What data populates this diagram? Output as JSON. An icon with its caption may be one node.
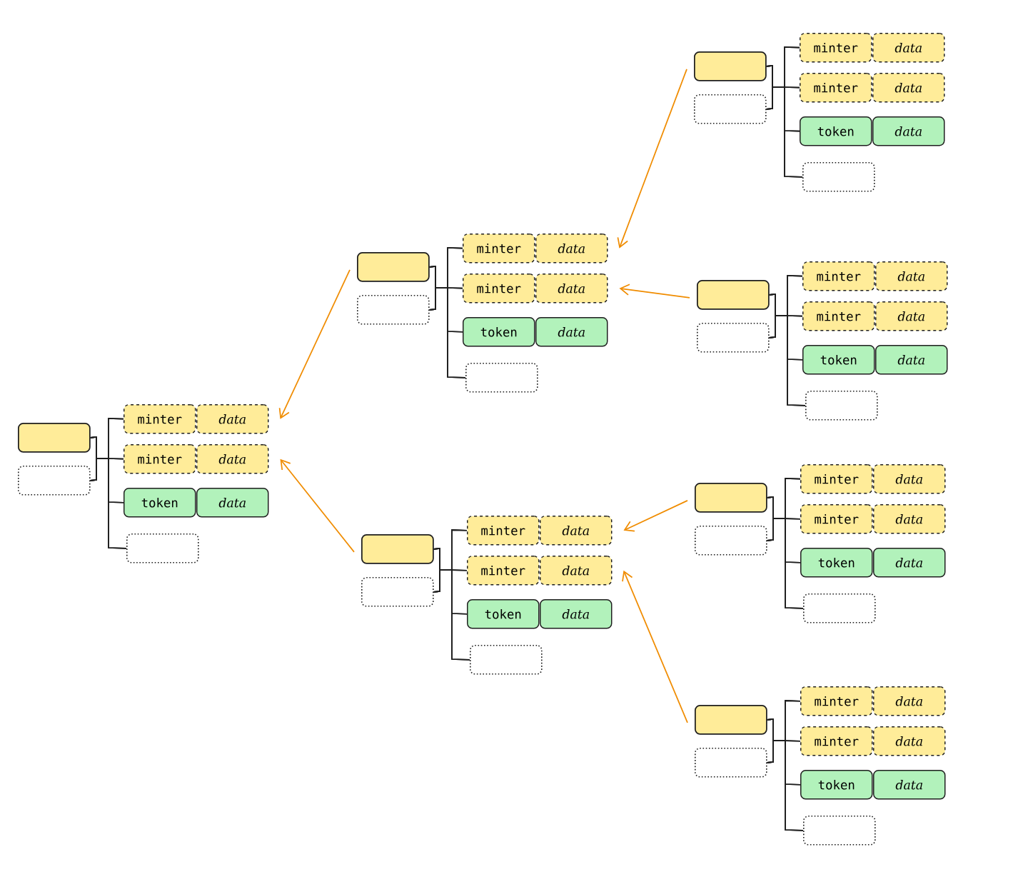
{
  "diagram": {
    "nodes": [
      {
        "text": [],
        "shape": "box"
      },
      {
        "text": [],
        "shape": "box"
      },
      {
        "text": [
          "minter"
        ]
      },
      {
        "text": [
          "data"
        ]
      },
      {
        "text": [
          "minter"
        ]
      },
      {
        "text": [
          "data"
        ]
      },
      {
        "text": [
          "token"
        ]
      },
      {
        "text": [
          "data"
        ]
      },
      {
        "text": [],
        "shape": "box"
      },
      {
        "text": [],
        "shape": "box"
      },
      {
        "text": [],
        "shape": "box"
      },
      {
        "text": [
          "minter"
        ]
      },
      {
        "text": [
          "data"
        ]
      },
      {
        "text": [
          "minter"
        ]
      },
      {
        "text": [
          "data"
        ]
      },
      {
        "text": [
          "token"
        ]
      },
      {
        "text": [
          "data"
        ]
      },
      {
        "text": [],
        "shape": "box"
      },
      {
        "text": [],
        "shape": "box"
      },
      {
        "text": [],
        "shape": "box"
      },
      {
        "text": [
          "minter"
        ]
      },
      {
        "text": [
          "data"
        ]
      },
      {
        "text": [
          "minter"
        ]
      },
      {
        "text": [
          "data"
        ]
      },
      {
        "text": [
          "token"
        ]
      },
      {
        "text": [
          "data"
        ]
      },
      {
        "text": [],
        "shape": "box"
      },
      {
        "text": [],
        "shape": "box"
      },
      {
        "text": [],
        "shape": "box"
      },
      {
        "text": [
          "minter"
        ]
      },
      {
        "text": [
          "data"
        ]
      },
      {
        "text": [
          "minter"
        ]
      },
      {
        "text": [
          "data"
        ]
      },
      {
        "text": [
          "token"
        ]
      },
      {
        "text": [
          "data"
        ]
      },
      {
        "text": [],
        "shape": "box"
      },
      {
        "text": [],
        "shape": "box"
      },
      {
        "text": [],
        "shape": "box"
      },
      {
        "text": [
          "minter"
        ]
      },
      {
        "text": [
          "data"
        ]
      },
      {
        "text": [
          "minter"
        ]
      },
      {
        "text": [
          "data"
        ]
      },
      {
        "text": [
          "token"
        ]
      },
      {
        "text": [
          "data"
        ]
      },
      {
        "text": [],
        "shape": "box"
      },
      {
        "text": [],
        "shape": "box"
      },
      {
        "text": [],
        "shape": "box"
      },
      {
        "text": [
          "minter"
        ]
      },
      {
        "text": [
          "data"
        ]
      },
      {
        "text": [
          "minter"
        ]
      },
      {
        "text": [
          "data"
        ]
      },
      {
        "text": [
          "token"
        ]
      },
      {
        "text": [
          "data"
        ]
      },
      {
        "text": [],
        "shape": "box"
      },
      {
        "text": [],
        "shape": "box"
      },
      {
        "text": [],
        "shape": "box"
      },
      {
        "text": [
          "minter"
        ]
      },
      {
        "text": [
          "data"
        ]
      },
      {
        "text": [
          "minter"
        ]
      },
      {
        "text": [
          "data"
        ]
      },
      {
        "text": [
          "token"
        ]
      },
      {
        "text": [
          "data"
        ]
      },
      {
        "text": [],
        "shape": "box"
      }
    ],
    "edges": [
      {
        "from": 0,
        "to": 2,
        "arrow": "none"
      },
      {
        "from": 0,
        "to": 4,
        "arrow": "none"
      },
      {
        "from": 0,
        "to": 6,
        "arrow": "none"
      },
      {
        "from": 0,
        "to": 8,
        "arrow": "none"
      },
      {
        "from": 1,
        "to": 2,
        "arrow": "none"
      },
      {
        "from": 1,
        "to": 4,
        "arrow": "none"
      },
      {
        "from": 1,
        "to": 6,
        "arrow": "none"
      },
      {
        "from": 1,
        "to": 8,
        "arrow": "none"
      },
      {
        "from": 9,
        "to": 11,
        "arrow": "none"
      },
      {
        "from": 9,
        "to": 13,
        "arrow": "none"
      },
      {
        "from": 9,
        "to": 15,
        "arrow": "none"
      },
      {
        "from": 9,
        "to": 17,
        "arrow": "none"
      },
      {
        "from": 10,
        "to": 11,
        "arrow": "none"
      },
      {
        "from": 10,
        "to": 13,
        "arrow": "none"
      },
      {
        "from": 10,
        "to": 15,
        "arrow": "none"
      },
      {
        "from": 10,
        "to": 17,
        "arrow": "none"
      },
      {
        "from": 18,
        "to": 20,
        "arrow": "none"
      },
      {
        "from": 18,
        "to": 22,
        "arrow": "none"
      },
      {
        "from": 18,
        "to": 24,
        "arrow": "none"
      },
      {
        "from": 18,
        "to": 26,
        "arrow": "none"
      },
      {
        "from": 19,
        "to": 20,
        "arrow": "none"
      },
      {
        "from": 19,
        "to": 22,
        "arrow": "none"
      },
      {
        "from": 19,
        "to": 24,
        "arrow": "none"
      },
      {
        "from": 19,
        "to": 26,
        "arrow": "none"
      },
      {
        "from": 27,
        "to": 29,
        "arrow": "none"
      },
      {
        "from": 27,
        "to": 31,
        "arrow": "none"
      },
      {
        "from": 27,
        "to": 33,
        "arrow": "none"
      },
      {
        "from": 27,
        "to": 35,
        "arrow": "none"
      },
      {
        "from": 28,
        "to": 29,
        "arrow": "none"
      },
      {
        "from": 28,
        "to": 31,
        "arrow": "none"
      },
      {
        "from": 28,
        "to": 33,
        "arrow": "none"
      },
      {
        "from": 28,
        "to": 35,
        "arrow": "none"
      },
      {
        "from": 36,
        "to": 38,
        "arrow": "none"
      },
      {
        "from": 36,
        "to": 40,
        "arrow": "none"
      },
      {
        "from": 36,
        "to": 42,
        "arrow": "none"
      },
      {
        "from": 36,
        "to": 44,
        "arrow": "none"
      },
      {
        "from": 37,
        "to": 38,
        "arrow": "none"
      },
      {
        "from": 37,
        "to": 40,
        "arrow": "none"
      },
      {
        "from": 37,
        "to": 42,
        "arrow": "none"
      },
      {
        "from": 37,
        "to": 44,
        "arrow": "none"
      },
      {
        "from": 45,
        "to": 47,
        "arrow": "none"
      },
      {
        "from": 45,
        "to": 49,
        "arrow": "none"
      },
      {
        "from": 45,
        "to": 51,
        "arrow": "none"
      },
      {
        "from": 45,
        "to": 53,
        "arrow": "none"
      },
      {
        "from": 46,
        "to": 47,
        "arrow": "none"
      },
      {
        "from": 46,
        "to": 49,
        "arrow": "none"
      },
      {
        "from": 46,
        "to": 51,
        "arrow": "none"
      },
      {
        "from": 46,
        "to": 53,
        "arrow": "none"
      },
      {
        "from": 54,
        "to": 56,
        "arrow": "none"
      },
      {
        "from": 54,
        "to": 58,
        "arrow": "none"
      },
      {
        "from": 54,
        "to": 60,
        "arrow": "none"
      },
      {
        "from": 54,
        "to": 62,
        "arrow": "none"
      },
      {
        "from": 55,
        "to": 56,
        "arrow": "none"
      },
      {
        "from": 55,
        "to": 58,
        "arrow": "none"
      },
      {
        "from": 55,
        "to": 60,
        "arrow": "none"
      },
      {
        "from": 55,
        "to": 62,
        "arrow": "none"
      },
      {
        "from": 9,
        "to": 3,
        "arrow": "to",
        "color": "#f08c00"
      },
      {
        "from": 18,
        "to": 5,
        "arrow": "to",
        "color": "#f08c00"
      },
      {
        "from": 27,
        "to": 12,
        "arrow": "to",
        "color": "#f08c00"
      },
      {
        "from": 36,
        "to": 14,
        "arrow": "to",
        "color": "#f08c00"
      },
      {
        "from": 45,
        "to": 21,
        "arrow": "to",
        "color": "#f08c00"
      },
      {
        "from": 54,
        "to": 23,
        "arrow": "to",
        "color": "#f08c00"
      }
    ]
  }
}
